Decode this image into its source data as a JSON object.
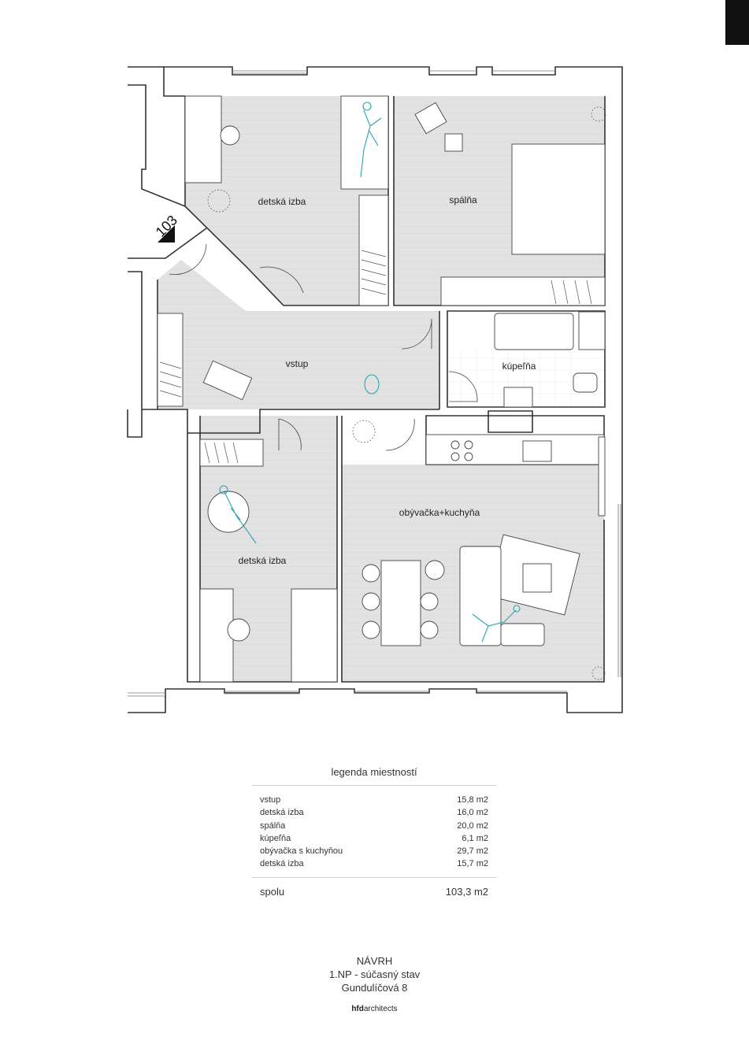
{
  "plan": {
    "unit_number": "103",
    "rooms": [
      {
        "id": "detska-izba-top",
        "label": "detská izba"
      },
      {
        "id": "spalna",
        "label": "spálňa"
      },
      {
        "id": "vstup",
        "label": "vstup"
      },
      {
        "id": "kupelna",
        "label": "kúpeľňa"
      },
      {
        "id": "obyvacka",
        "label": "obývačka+kuchyňa"
      },
      {
        "id": "detska-izba-bottom",
        "label": "detská izba"
      }
    ]
  },
  "legend": {
    "title": "legenda miestností",
    "rows": [
      {
        "name": "vstup",
        "area": "15,8 m2"
      },
      {
        "name": "detská izba",
        "area": "16,0 m2"
      },
      {
        "name": "spálňa",
        "area": "20,0 m2"
      },
      {
        "name": "kúpeľňa",
        "area": "6,1 m2"
      },
      {
        "name": "obývačka s kuchyňou",
        "area": "29,7 m2"
      },
      {
        "name": "detská izba",
        "area": "15,7 m2"
      }
    ],
    "total_label": "spolu",
    "total_value": "103,3 m2"
  },
  "footer": {
    "line1": "NÁVRH",
    "line2": "1.NP - súčasný stav",
    "line3": "Gundulíčová 8",
    "logo_bold": "hfd",
    "logo_rest": "architects"
  },
  "colors": {
    "floor": "#e2e2e2",
    "wall": "#333333",
    "figure_accent": "#2aa5b0"
  }
}
